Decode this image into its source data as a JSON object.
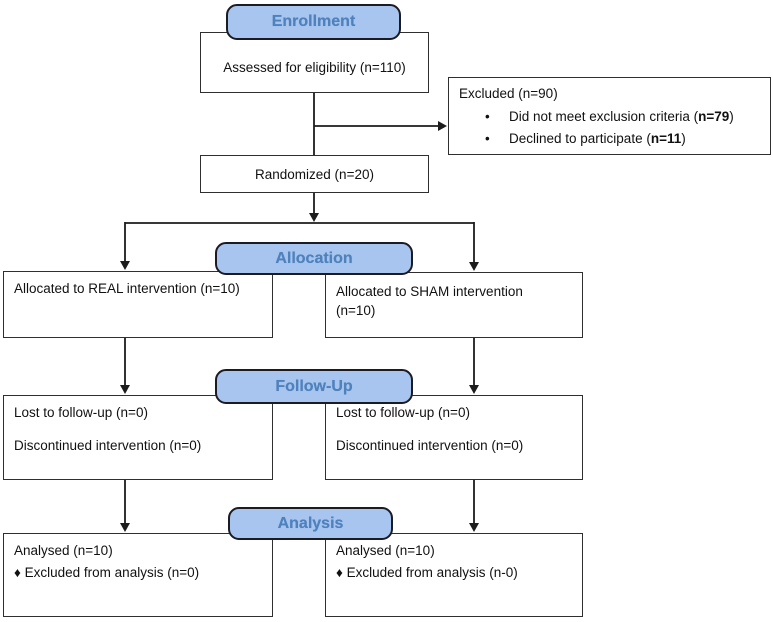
{
  "diagram": {
    "headers": {
      "enrollment": "Enrollment",
      "allocation": "Allocation",
      "followup": "Follow-Up",
      "analysis": "Analysis"
    },
    "assessed": {
      "label": "Assessed for eligibility (n=110)"
    },
    "excluded": {
      "title": "Excluded (n=90)",
      "bullet": "•",
      "items": [
        {
          "pre": "Did not meet exclusion criteria (",
          "bold": "n=79",
          "post": ")"
        },
        {
          "pre": "Declined to participate (",
          "bold": "n=11",
          "post": ")"
        }
      ]
    },
    "randomized": {
      "label": "Randomized (n=20)"
    },
    "allocation_left": {
      "line1": "Allocated to REAL intervention (n=10)"
    },
    "allocation_right": {
      "line1": "Allocated to SHAM intervention",
      "line2": "(n=10)"
    },
    "followup_left": {
      "line1": "Lost to follow-up (n=0)",
      "line2": "Discontinued intervention (n=0)"
    },
    "followup_right": {
      "line1": "Lost to follow-up (n=0)",
      "line2": "Discontinued intervention (n=0)"
    },
    "analysis_left": {
      "line1": "Analysed (n=10)",
      "line2": "♦ Excluded from analysis (n=0)"
    },
    "analysis_right": {
      "line1": "Analysed (n=10)",
      "line2": "♦ Excluded from analysis (n-0)"
    },
    "colors": {
      "header_fill": "#a7c5ee",
      "header_text": "#4f81bd",
      "header_border": "#1b1b24",
      "box_border": "#2f2f2f",
      "connector": "#1c1c1c"
    }
  }
}
